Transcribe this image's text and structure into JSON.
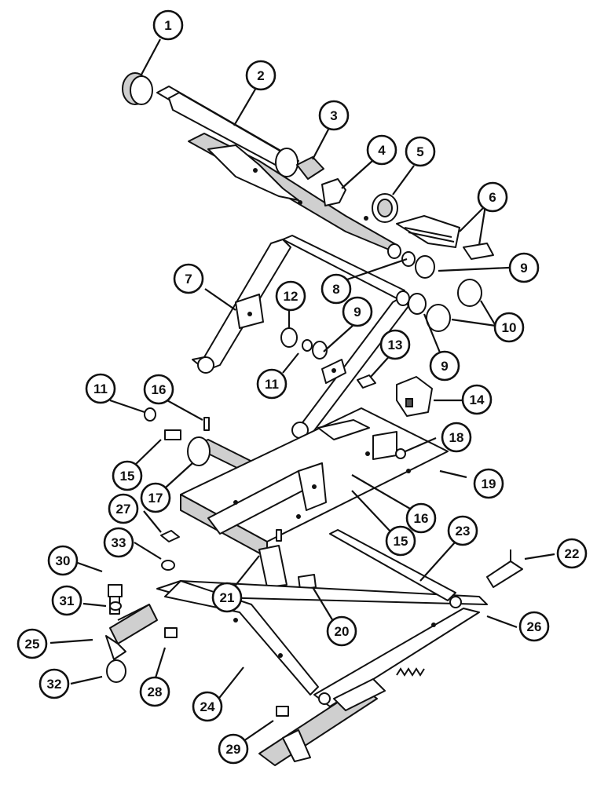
{
  "callouts": [
    {
      "id": 1,
      "label": "1"
    },
    {
      "id": 2,
      "label": "2"
    },
    {
      "id": 3,
      "label": "3"
    },
    {
      "id": 4,
      "label": "4"
    },
    {
      "id": 5,
      "label": "5"
    },
    {
      "id": 6,
      "label": "6"
    },
    {
      "id": 7,
      "label": "7"
    },
    {
      "id": 8,
      "label": "8"
    },
    {
      "id": 9,
      "label": "9"
    },
    {
      "id": 10,
      "label": "10"
    },
    {
      "id": 11,
      "label": "11"
    },
    {
      "id": 12,
      "label": "12"
    },
    {
      "id": 13,
      "label": "13"
    },
    {
      "id": 14,
      "label": "14"
    },
    {
      "id": 15,
      "label": "15"
    },
    {
      "id": 16,
      "label": "16"
    },
    {
      "id": 17,
      "label": "17"
    },
    {
      "id": 18,
      "label": "18"
    },
    {
      "id": 19,
      "label": "19"
    },
    {
      "id": 20,
      "label": "20"
    },
    {
      "id": 21,
      "label": "21"
    },
    {
      "id": 22,
      "label": "22"
    },
    {
      "id": 23,
      "label": "23"
    },
    {
      "id": 24,
      "label": "24"
    },
    {
      "id": 25,
      "label": "25"
    },
    {
      "id": 26,
      "label": "26"
    },
    {
      "id": 27,
      "label": "27"
    },
    {
      "id": 28,
      "label": "28"
    },
    {
      "id": 29,
      "label": "29"
    },
    {
      "id": 30,
      "label": "30"
    },
    {
      "id": 31,
      "label": "31"
    },
    {
      "id": 32,
      "label": "32"
    },
    {
      "id": 33,
      "label": "33"
    }
  ]
}
